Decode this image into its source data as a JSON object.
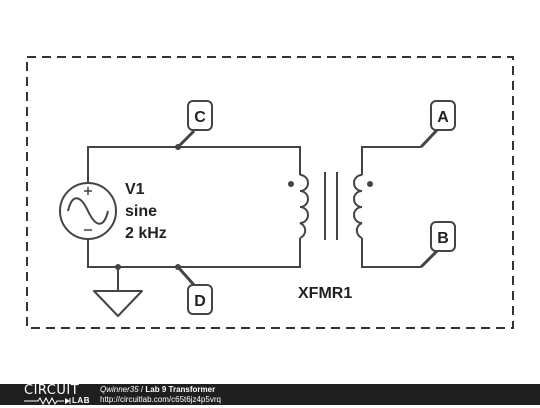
{
  "schematic": {
    "source": {
      "ref": "V1",
      "type": "sine",
      "frequency": "2 kHz"
    },
    "transformer": {
      "ref": "XFMR1"
    },
    "nodes": {
      "c": "C",
      "d": "D",
      "a": "A",
      "b": "B"
    },
    "colors": {
      "wire": "#444444",
      "border": "#333333"
    }
  },
  "footer": {
    "logo_top": "CIRCUIT",
    "logo_bottom": "LAB",
    "author": "Qwinner35",
    "separator": "/",
    "title": "Lab 9 Transformer",
    "url": "http://circuitlab.com/c65t6jz4p5vrq"
  }
}
